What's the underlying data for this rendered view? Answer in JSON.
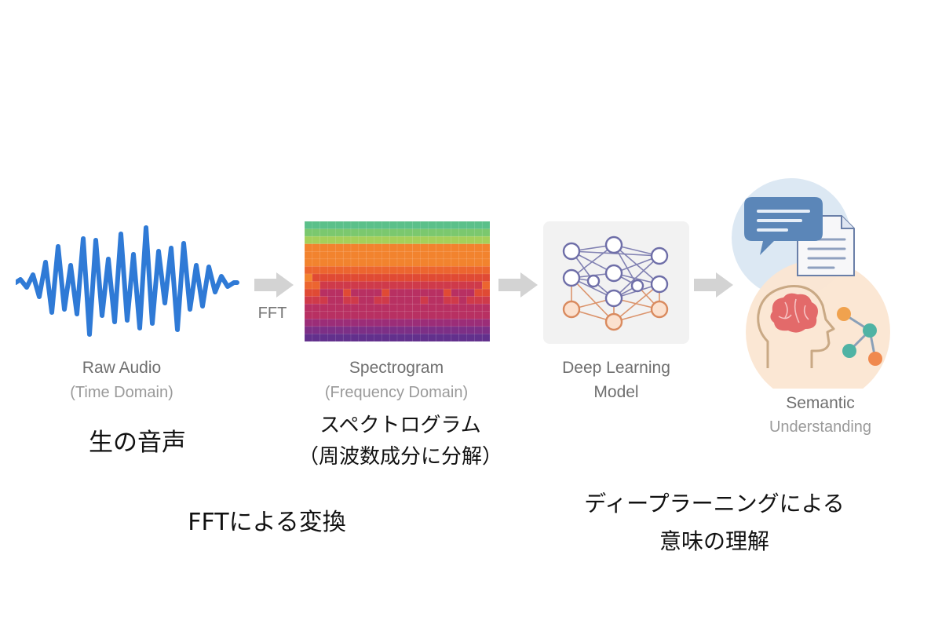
{
  "stages": {
    "raw_audio": {
      "title": "Raw Audio",
      "subtitle": "(Time Domain)",
      "jp": "生の音声"
    },
    "spectrogram": {
      "title": "Spectrogram",
      "subtitle": "(Frequency Domain)",
      "jp_line1": "スペクトログラム",
      "jp_line2": "（周波数成分に分解）"
    },
    "model": {
      "title_line1": "Deep Learning",
      "title_line2": "Model"
    },
    "semantic": {
      "title_line1": "Semantic",
      "title_line2": "Understanding"
    }
  },
  "arrows": {
    "fft_label": "FFT"
  },
  "captions": {
    "fft": "FFTによる変換",
    "dl_line1": "ディープラーニングによる",
    "dl_line2": "意味の理解"
  },
  "colors": {
    "waveform": "#2f7ad6",
    "arrow": "#d3d3d3",
    "node_purple": "#6e6ea8",
    "node_orange": "#d98a5e",
    "bubble_blue": "#dce8f3",
    "bubble_peach": "#fbe6d2",
    "brain_red": "#e36a6a"
  },
  "icons": [
    "waveform-icon",
    "spectrogram-icon",
    "neural-network-icon",
    "speech-bubble-icon",
    "document-icon",
    "head-brain-icon",
    "graph-nodes-icon"
  ]
}
